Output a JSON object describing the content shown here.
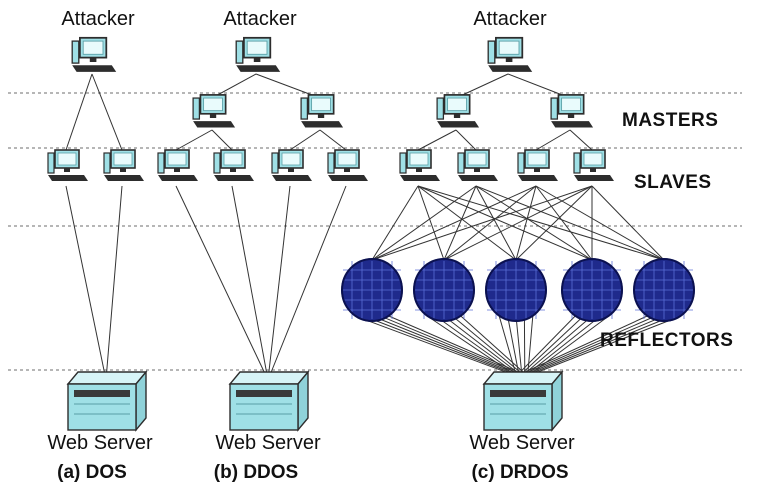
{
  "panels": [
    {
      "attacker_label": "Attacker",
      "server_label": "Web Server",
      "caption": "(a) DOS"
    },
    {
      "attacker_label": "Attacker",
      "server_label": "Web Server",
      "caption": "(b) DDOS"
    },
    {
      "attacker_label": "Attacker",
      "server_label": "Web Server",
      "caption": "(c) DRDOS"
    }
  ],
  "layers": {
    "masters": "MASTERS",
    "slaves": "SLAVES",
    "reflectors": "REFLECTORS"
  },
  "colors": {
    "computer": "#9fe0e6",
    "computer_dark": "#2d2d2d",
    "reflector": "#1f2a8c",
    "line": "#333333",
    "divider": "#8a8a8a"
  }
}
